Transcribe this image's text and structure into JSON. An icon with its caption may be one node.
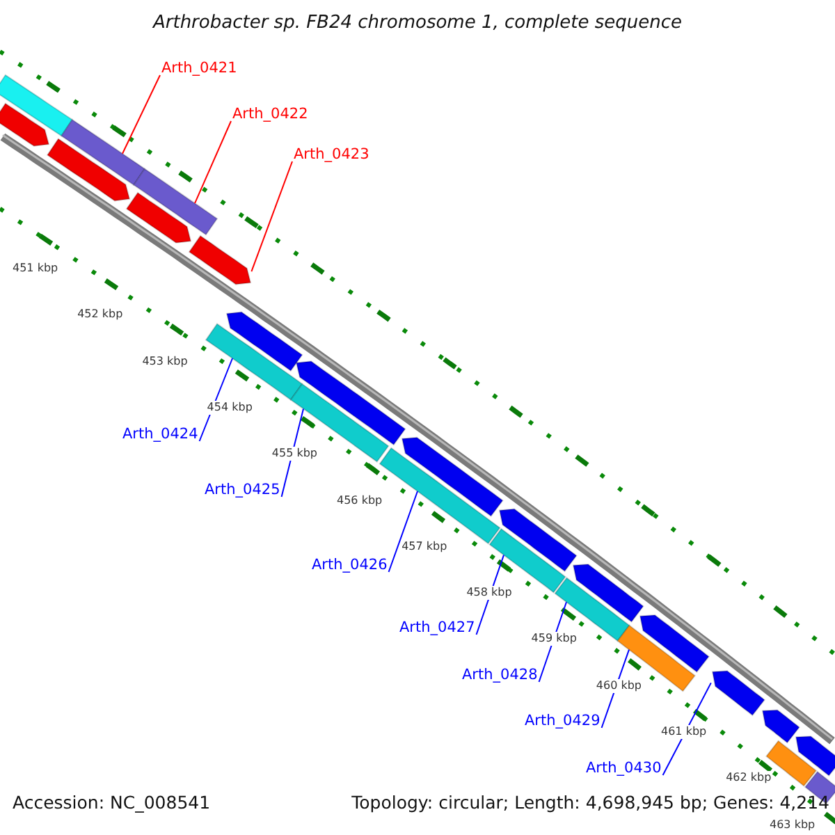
{
  "diagram": {
    "title": "Arthrobacter sp. FB24 chromosome 1, complete sequence",
    "nodes": [
      {
        "text": [
          "Arth_0421"
        ]
      },
      {
        "text": [
          "Arth_0422"
        ]
      },
      {
        "text": [
          "Arth_0423"
        ]
      },
      {
        "text": [
          "Arth_0424"
        ]
      },
      {
        "text": [
          "Arth_0425"
        ]
      },
      {
        "text": [
          "Arth_0426"
        ]
      },
      {
        "text": [
          "Arth_0427"
        ]
      },
      {
        "text": [
          "Arth_0428"
        ]
      },
      {
        "text": [
          "Arth_0429"
        ]
      },
      {
        "text": [
          "Arth_0430"
        ]
      },
      {
        "text": [],
        "shape": "bar"
      },
      {
        "text": [],
        "shape": "bar"
      },
      {
        "text": [],
        "shape": "bar"
      },
      {
        "text": [],
        "shape": "pentagon"
      },
      {
        "text": [],
        "shape": "pentagon"
      },
      {
        "text": [],
        "shape": "pentagon"
      },
      {
        "text": [],
        "shape": "pentagon"
      },
      {
        "text": [],
        "shape": "pentagon"
      },
      {
        "text": [],
        "shape": "pentagon"
      },
      {
        "text": [],
        "shape": "pentagon"
      },
      {
        "text": [],
        "shape": "pentagon"
      },
      {
        "text": [],
        "shape": "pentagon"
      },
      {
        "text": [],
        "shape": "pentagon"
      },
      {
        "text": [],
        "shape": "pentagon"
      },
      {
        "text": [],
        "shape": "pentagon"
      },
      {
        "text": [],
        "shape": "pentagon"
      },
      {
        "text": [],
        "shape": "bar"
      },
      {
        "text": [],
        "shape": "bar"
      },
      {
        "text": [],
        "shape": "bar"
      },
      {
        "text": [],
        "shape": "bar"
      },
      {
        "text": [],
        "shape": "bar"
      },
      {
        "text": [],
        "shape": "bar"
      },
      {
        "text": [],
        "shape": "bar"
      },
      {
        "text": [],
        "shape": "bar"
      }
    ],
    "edges": [
      {
        "from": 0,
        "to": 11,
        "arrow": "none",
        "color": "#ff0000"
      },
      {
        "from": 1,
        "to": 12,
        "arrow": "none",
        "color": "#ff0000"
      },
      {
        "from": 2,
        "to": 16,
        "arrow": "none",
        "color": "#ff0000"
      },
      {
        "from": 3,
        "to": 26,
        "arrow": "none"
      },
      {
        "from": 4,
        "to": 27,
        "arrow": "none"
      },
      {
        "from": 5,
        "to": 28,
        "arrow": "none"
      },
      {
        "from": 6,
        "to": 29,
        "arrow": "none"
      },
      {
        "from": 7,
        "to": 30,
        "arrow": "none"
      },
      {
        "from": 8,
        "to": 31,
        "arrow": "none"
      },
      {
        "from": 9,
        "to": 23,
        "arrow": "none"
      }
    ],
    "labels": [
      "451 kbp",
      "452 kbp",
      "453 kbp",
      "454 kbp",
      "455 kbp",
      "456 kbp",
      "457 kbp",
      "458 kbp",
      "459 kbp",
      "460 kbp",
      "461 kbp",
      "462 kbp",
      "463 kbp",
      "Accession: NC_008541",
      "Topology: circular; Length: 4,698,945 bp; Genes: 4,214"
    ]
  }
}
